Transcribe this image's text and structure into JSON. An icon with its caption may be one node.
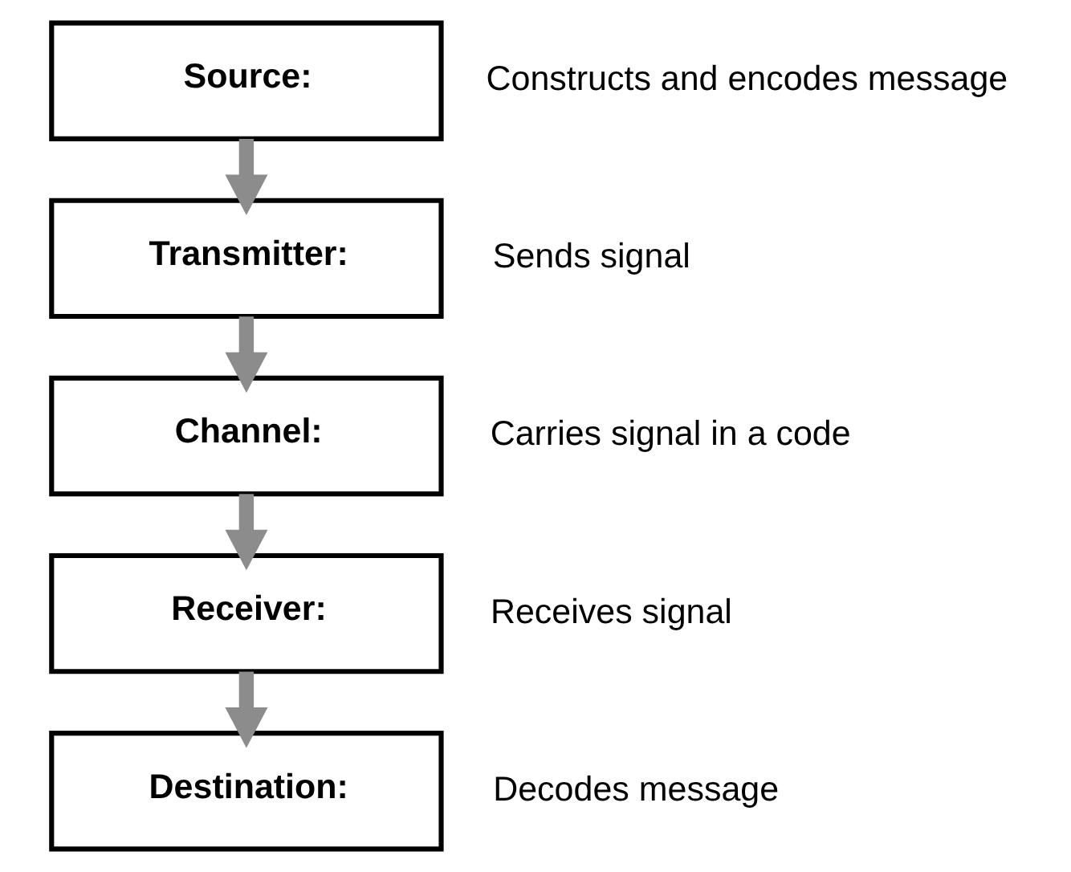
{
  "diagram": {
    "nodes": [
      {
        "text": [
          "Source:"
        ],
        "beside": [
          "Constructs and encodes message"
        ]
      },
      {
        "text": [
          "Transmitter:"
        ],
        "beside": [
          "Sends signal"
        ]
      },
      {
        "text": [
          "Channel:"
        ],
        "beside": [
          "Carries signal in a code"
        ]
      },
      {
        "text": [
          "Receiver:"
        ],
        "beside": [
          "Receives signal"
        ]
      },
      {
        "text": [
          "Destination:"
        ],
        "beside": [
          "Decodes message"
        ]
      }
    ],
    "edges": [
      {
        "from": 0,
        "to": 1,
        "arrow": "to"
      },
      {
        "from": 1,
        "to": 2,
        "arrow": "to"
      },
      {
        "from": 2,
        "to": 3,
        "arrow": "to"
      },
      {
        "from": 3,
        "to": 4,
        "arrow": "to"
      }
    ]
  }
}
